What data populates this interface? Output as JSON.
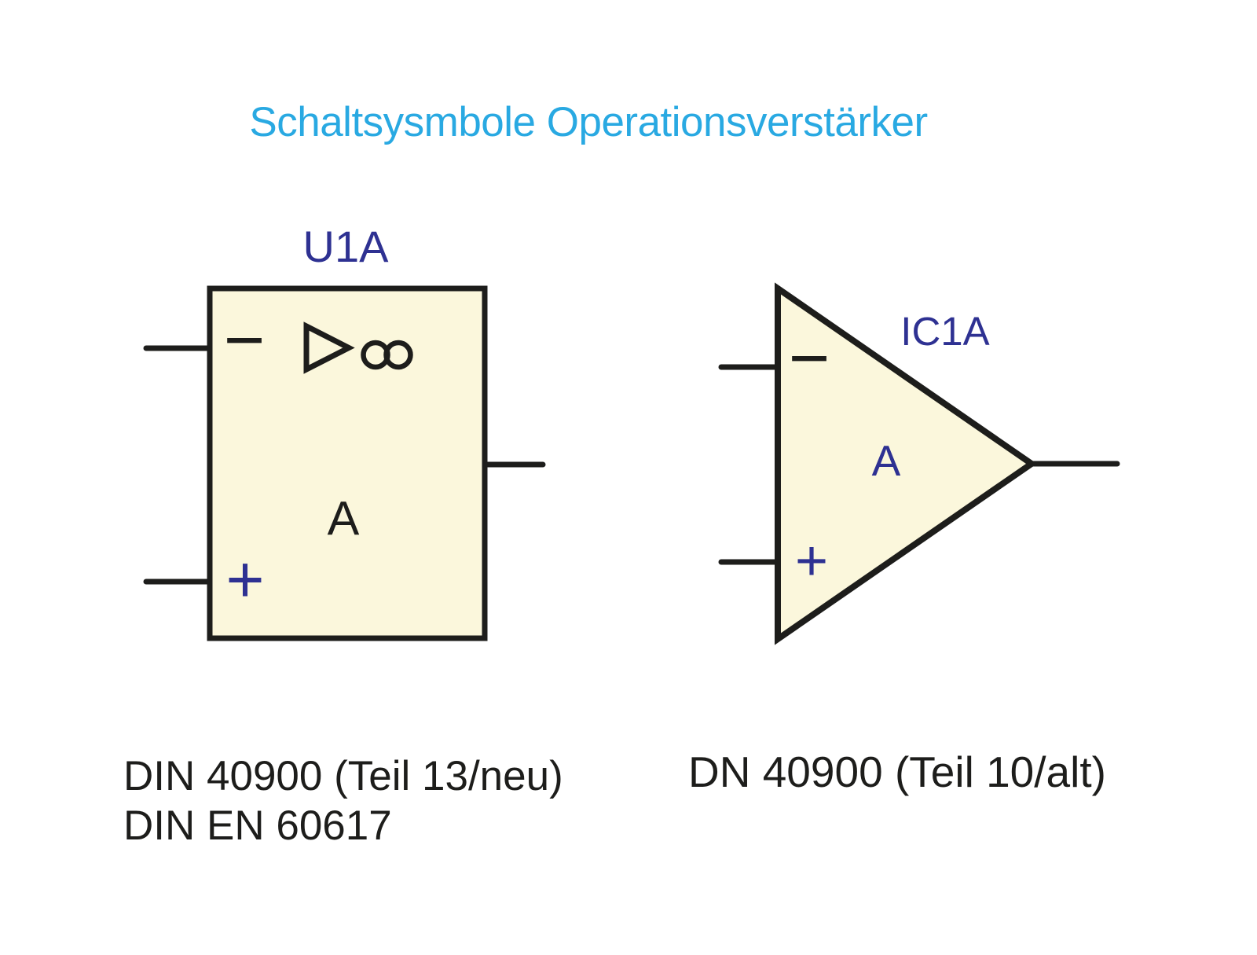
{
  "page": {
    "background": "#ffffff"
  },
  "title": {
    "text": "Schaltsysmbole Operationsverstärker",
    "color": "#29a9e2"
  },
  "left_symbol": {
    "style": "rectangular (new standard)",
    "designator": "U1A",
    "inverting_input": "−",
    "noninverting_input": "+",
    "gain_label": "A",
    "infinity_symbol": "∞",
    "caption_line1": "DIN 40900 (Teil 13/neu)",
    "caption_line2": "DIN EN 60617"
  },
  "right_symbol": {
    "style": "triangular (old standard)",
    "designator": "IC1A",
    "inverting_input": "−",
    "noninverting_input": "+",
    "gain_label": "A",
    "caption": "DN 40900 (Teil 10/alt)"
  },
  "icons": {
    "amplifier_icon": "right-pointing triangle outline",
    "infinity_icon": "∞"
  },
  "colors": {
    "ink": "#1d1d1b",
    "label_navy": "#2e3192",
    "title_blue": "#29a9e2",
    "symbol_fill": "#fbf7dc"
  }
}
